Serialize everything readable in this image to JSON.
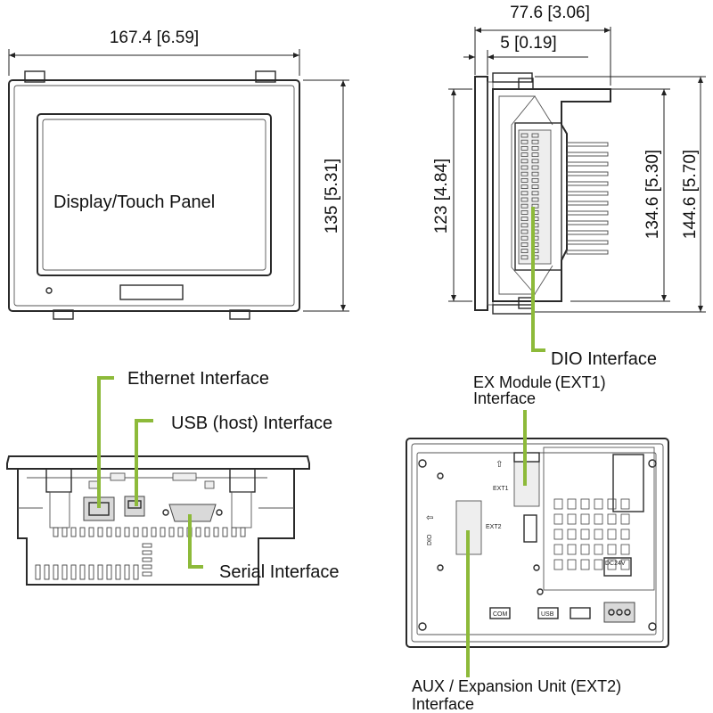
{
  "dimensions": {
    "front_width": "167.4 [6.59]",
    "front_height": "135 [5.31]",
    "side_depth": "77.6 [3.06]",
    "side_bezel": "5 [0.19]",
    "side_cutout_height": "123 [4.84]",
    "side_body_height": "134.6 [5.30]",
    "side_total_height": "144.6 [5.70]"
  },
  "labels": {
    "display_panel": "Display/Touch Panel",
    "dio_interface": "DIO Interface",
    "ethernet_interface": "Ethernet Interface",
    "usb_host_interface": "USB (host) Interface",
    "serial_interface": "Serial Interface",
    "ex_module_line1": "EX Module (EXT1)",
    "ex_module_line2": "Interface",
    "aux_line1": "AUX / Expansion Unit (EXT2)",
    "aux_line2": "Interface"
  },
  "rear_markings": {
    "ext1": "EXT1",
    "ext2": "EXT2",
    "dio": "DIO",
    "com": "COM",
    "usb": "USB",
    "dc24v": "DC24V"
  },
  "colors": {
    "leader": "#8dba3a",
    "outline": "#2a2a2a"
  }
}
